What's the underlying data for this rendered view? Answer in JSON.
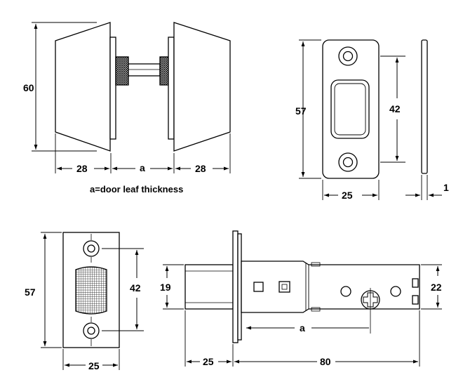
{
  "deadbolt_front": {
    "height_label": "60",
    "left_knob_label": "28",
    "door_label": "a",
    "right_knob_label": "28",
    "caption": "a=door leaf thickness"
  },
  "strike_plate": {
    "height_label": "57",
    "hole_spacing_label": "42",
    "width_label": "25",
    "thickness_label": "1"
  },
  "latch_faceplate": {
    "height_label": "57",
    "hole_spacing_label": "42",
    "width_label": "25"
  },
  "latch_side": {
    "bolt_height_label": "19",
    "case_height_label": "22",
    "door_label": "a",
    "bolt_length_label": "25",
    "backset_label": "80"
  }
}
